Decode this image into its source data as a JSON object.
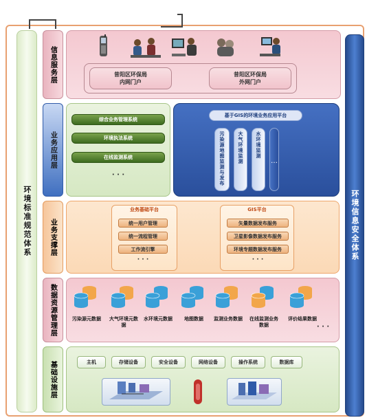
{
  "side_left": "环境标准规范体系",
  "side_right": "环境信息安全体系",
  "layers": {
    "info_service": {
      "label": "信息服务层",
      "icons": [
        "mobile-phone-icon",
        "meeting-people-icon",
        "computer-users-icon",
        "hands-icon",
        "desktop-user-icon"
      ],
      "portals": [
        "昔阳区环保局\n内网门户",
        "昔阳区环保局\n外网门户"
      ]
    },
    "business_app": {
      "label": "业务应用层",
      "green_items": [
        "综合业务管理系统",
        "环境执法系统",
        "在线监测系统",
        "· · ·"
      ],
      "gis_title": "基于GIS的环境业务应用平台",
      "gis_items": [
        "污染源地图监测与发布",
        "大气环境监测",
        "水环境监测",
        "…"
      ]
    },
    "business_support": {
      "label": "业务支撑层",
      "platforms": [
        {
          "title": "业务基础平台",
          "items": [
            "统一用户管理",
            "统一流程管理",
            "工作流引擎"
          ],
          "dots": "· · ·"
        },
        {
          "title": "GIS平台",
          "items": [
            "矢量数据发布服务",
            "卫星影像数据发布服务",
            "环境专题数据发布服务"
          ],
          "dots": "· · ·"
        }
      ]
    },
    "data_management": {
      "label": "数据资源管理层",
      "databases": [
        "污染源元数据",
        "大气环境元数据",
        "水环境元数据",
        "地图数据",
        "监测业务数据",
        "在线监测业务数据",
        "评价结果数据"
      ],
      "dots": "· · ·"
    },
    "infrastructure": {
      "label": "基础设施层",
      "items": [
        "主机",
        "存储设备",
        "安全设备",
        "网络设备",
        "操作系统",
        "数据库"
      ]
    }
  },
  "colors": {
    "pink": "#f4c8d0",
    "blue": "#2f5aa8",
    "orange": "#fbd9b6",
    "green": "#d6e8c3"
  }
}
